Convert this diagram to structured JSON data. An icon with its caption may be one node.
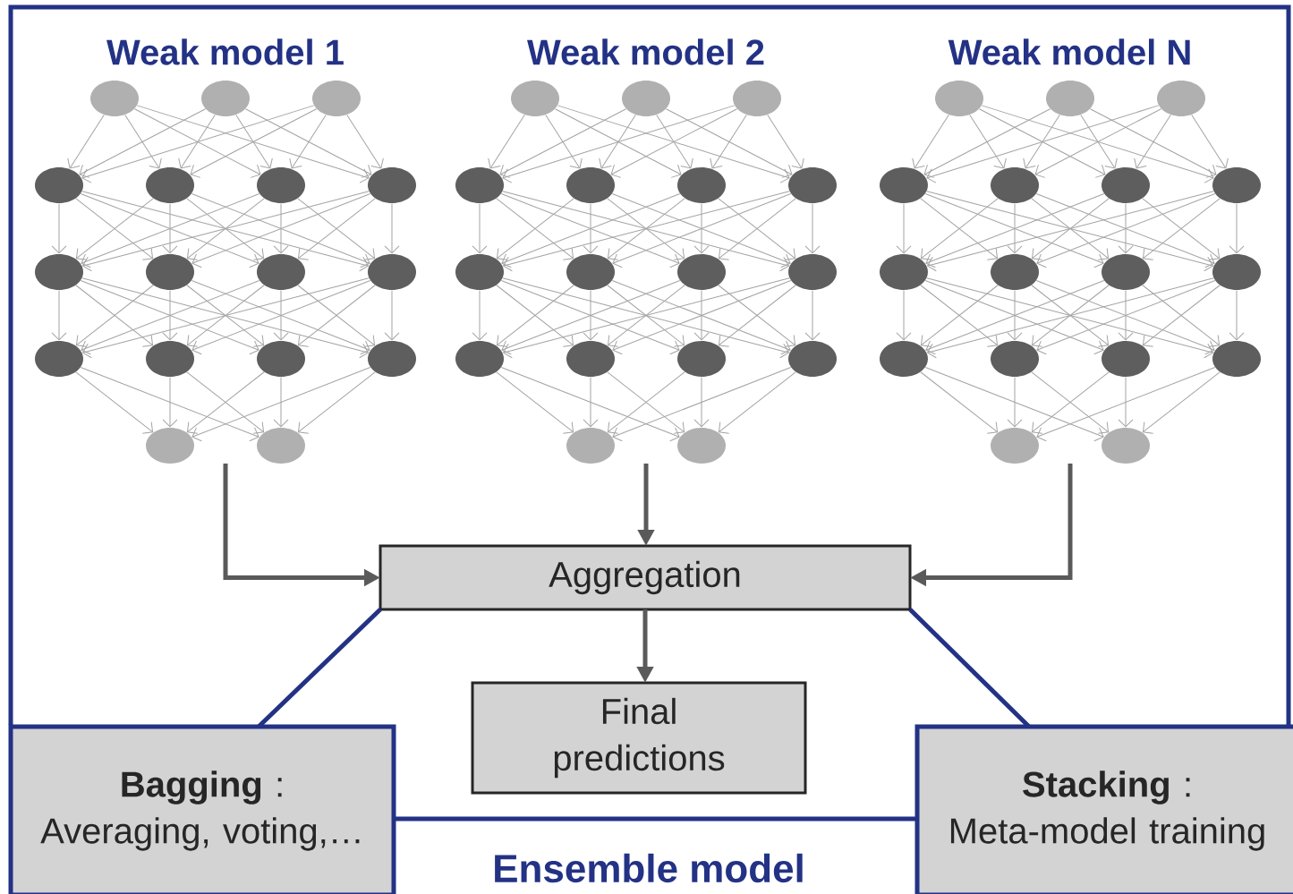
{
  "diagram": {
    "nodes": [
      {
        "text": [
          "Weak model 1"
        ]
      },
      {
        "text": [],
        "shape": "circle",
        "in": 0
      },
      {
        "text": [],
        "shape": "circle",
        "in": 0
      },
      {
        "text": [],
        "shape": "circle",
        "in": 0
      },
      {
        "text": [],
        "shape": "circle",
        "in": 0
      },
      {
        "text": [],
        "shape": "circle",
        "in": 0
      },
      {
        "text": [],
        "shape": "circle",
        "in": 0
      },
      {
        "text": [],
        "shape": "circle",
        "in": 0
      },
      {
        "text": [],
        "shape": "circle",
        "in": 0
      },
      {
        "text": [],
        "shape": "circle",
        "in": 0
      },
      {
        "text": [],
        "shape": "circle",
        "in": 0
      },
      {
        "text": [],
        "shape": "circle",
        "in": 0
      },
      {
        "text": [],
        "shape": "circle",
        "in": 0
      },
      {
        "text": [],
        "shape": "circle",
        "in": 0
      },
      {
        "text": [],
        "shape": "circle",
        "in": 0
      },
      {
        "text": [],
        "shape": "circle",
        "in": 0
      },
      {
        "text": [],
        "shape": "circle",
        "in": 0
      },
      {
        "text": [],
        "shape": "circle",
        "in": 0
      },
      {
        "text": [
          "Weak model 2"
        ]
      },
      {
        "text": [],
        "shape": "circle",
        "in": 18
      },
      {
        "text": [],
        "shape": "circle",
        "in": 18
      },
      {
        "text": [],
        "shape": "circle",
        "in": 18
      },
      {
        "text": [],
        "shape": "circle",
        "in": 18
      },
      {
        "text": [],
        "shape": "circle",
        "in": 18
      },
      {
        "text": [],
        "shape": "circle",
        "in": 18
      },
      {
        "text": [],
        "shape": "circle",
        "in": 18
      },
      {
        "text": [],
        "shape": "circle",
        "in": 18
      },
      {
        "text": [],
        "shape": "circle",
        "in": 18
      },
      {
        "text": [],
        "shape": "circle",
        "in": 18
      },
      {
        "text": [],
        "shape": "circle",
        "in": 18
      },
      {
        "text": [],
        "shape": "circle",
        "in": 18
      },
      {
        "text": [],
        "shape": "circle",
        "in": 18
      },
      {
        "text": [],
        "shape": "circle",
        "in": 18
      },
      {
        "text": [],
        "shape": "circle",
        "in": 18
      },
      {
        "text": [],
        "shape": "circle",
        "in": 18
      },
      {
        "text": [],
        "shape": "circle",
        "in": 18
      },
      {
        "text": [
          "Weak model N"
        ]
      },
      {
        "text": [],
        "shape": "circle",
        "in": 36
      },
      {
        "text": [],
        "shape": "circle",
        "in": 36
      },
      {
        "text": [],
        "shape": "circle",
        "in": 36
      },
      {
        "text": [],
        "shape": "circle",
        "in": 36
      },
      {
        "text": [],
        "shape": "circle",
        "in": 36
      },
      {
        "text": [],
        "shape": "circle",
        "in": 36
      },
      {
        "text": [],
        "shape": "circle",
        "in": 36
      },
      {
        "text": [],
        "shape": "circle",
        "in": 36
      },
      {
        "text": [],
        "shape": "circle",
        "in": 36
      },
      {
        "text": [],
        "shape": "circle",
        "in": 36
      },
      {
        "text": [],
        "shape": "circle",
        "in": 36
      },
      {
        "text": [],
        "shape": "circle",
        "in": 36
      },
      {
        "text": [],
        "shape": "circle",
        "in": 36
      },
      {
        "text": [],
        "shape": "circle",
        "in": 36
      },
      {
        "text": [],
        "shape": "circle",
        "in": 36
      },
      {
        "text": [],
        "shape": "circle",
        "in": 36
      },
      {
        "text": [],
        "shape": "circle",
        "in": 36
      },
      {
        "text": [
          "Aggregation"
        ]
      },
      {
        "text": [
          "Final predictions"
        ]
      },
      {
        "text": [
          "**Bagging** :",
          "Averaging, voting,…"
        ]
      },
      {
        "text": [
          "**Stacking** :",
          "Meta-model training"
        ]
      }
    ],
    "edges": [
      {
        "from": 1,
        "to": 4,
        "arrow": "to"
      },
      {
        "from": 1,
        "to": 5,
        "arrow": "to"
      },
      {
        "from": 1,
        "to": 6,
        "arrow": "to"
      },
      {
        "from": 1,
        "to": 7,
        "arrow": "to"
      },
      {
        "from": 2,
        "to": 4,
        "arrow": "to"
      },
      {
        "from": 2,
        "to": 5,
        "arrow": "to"
      },
      {
        "from": 2,
        "to": 6,
        "arrow": "to"
      },
      {
        "from": 2,
        "to": 7,
        "arrow": "to"
      },
      {
        "from": 3,
        "to": 4,
        "arrow": "to"
      },
      {
        "from": 3,
        "to": 5,
        "arrow": "to"
      },
      {
        "from": 3,
        "to": 6,
        "arrow": "to"
      },
      {
        "from": 3,
        "to": 7,
        "arrow": "to"
      },
      {
        "from": 4,
        "to": 8,
        "arrow": "to"
      },
      {
        "from": 4,
        "to": 9,
        "arrow": "to"
      },
      {
        "from": 4,
        "to": 10,
        "arrow": "to"
      },
      {
        "from": 4,
        "to": 11,
        "arrow": "to"
      },
      {
        "from": 5,
        "to": 8,
        "arrow": "to"
      },
      {
        "from": 5,
        "to": 9,
        "arrow": "to"
      },
      {
        "from": 5,
        "to": 10,
        "arrow": "to"
      },
      {
        "from": 5,
        "to": 11,
        "arrow": "to"
      },
      {
        "from": 6,
        "to": 8,
        "arrow": "to"
      },
      {
        "from": 6,
        "to": 9,
        "arrow": "to"
      },
      {
        "from": 6,
        "to": 10,
        "arrow": "to"
      },
      {
        "from": 6,
        "to": 11,
        "arrow": "to"
      },
      {
        "from": 7,
        "to": 8,
        "arrow": "to"
      },
      {
        "from": 7,
        "to": 9,
        "arrow": "to"
      },
      {
        "from": 7,
        "to": 10,
        "arrow": "to"
      },
      {
        "from": 7,
        "to": 11,
        "arrow": "to"
      },
      {
        "from": 8,
        "to": 12,
        "arrow": "to"
      },
      {
        "from": 8,
        "to": 13,
        "arrow": "to"
      },
      {
        "from": 8,
        "to": 14,
        "arrow": "to"
      },
      {
        "from": 8,
        "to": 15,
        "arrow": "to"
      },
      {
        "from": 9,
        "to": 12,
        "arrow": "to"
      },
      {
        "from": 9,
        "to": 13,
        "arrow": "to"
      },
      {
        "from": 9,
        "to": 14,
        "arrow": "to"
      },
      {
        "from": 9,
        "to": 15,
        "arrow": "to"
      },
      {
        "from": 10,
        "to": 12,
        "arrow": "to"
      },
      {
        "from": 10,
        "to": 13,
        "arrow": "to"
      },
      {
        "from": 10,
        "to": 14,
        "arrow": "to"
      },
      {
        "from": 10,
        "to": 15,
        "arrow": "to"
      },
      {
        "from": 11,
        "to": 12,
        "arrow": "to"
      },
      {
        "from": 11,
        "to": 13,
        "arrow": "to"
      },
      {
        "from": 11,
        "to": 14,
        "arrow": "to"
      },
      {
        "from": 11,
        "to": 15,
        "arrow": "to"
      },
      {
        "from": 12,
        "to": 16,
        "arrow": "to"
      },
      {
        "from": 12,
        "to": 17,
        "arrow": "to"
      },
      {
        "from": 13,
        "to": 16,
        "arrow": "to"
      },
      {
        "from": 13,
        "to": 17,
        "arrow": "to"
      },
      {
        "from": 14,
        "to": 16,
        "arrow": "to"
      },
      {
        "from": 14,
        "to": 17,
        "arrow": "to"
      },
      {
        "from": 15,
        "to": 16,
        "arrow": "to"
      },
      {
        "from": 15,
        "to": 17,
        "arrow": "to"
      },
      {
        "from": 19,
        "to": 22,
        "arrow": "to"
      },
      {
        "from": 19,
        "to": 23,
        "arrow": "to"
      },
      {
        "from": 19,
        "to": 24,
        "arrow": "to"
      },
      {
        "from": 19,
        "to": 25,
        "arrow": "to"
      },
      {
        "from": 20,
        "to": 22,
        "arrow": "to"
      },
      {
        "from": 20,
        "to": 23,
        "arrow": "to"
      },
      {
        "from": 20,
        "to": 24,
        "arrow": "to"
      },
      {
        "from": 20,
        "to": 25,
        "arrow": "to"
      },
      {
        "from": 21,
        "to": 22,
        "arrow": "to"
      },
      {
        "from": 21,
        "to": 23,
        "arrow": "to"
      },
      {
        "from": 21,
        "to": 24,
        "arrow": "to"
      },
      {
        "from": 21,
        "to": 25,
        "arrow": "to"
      },
      {
        "from": 22,
        "to": 26,
        "arrow": "to"
      },
      {
        "from": 22,
        "to": 27,
        "arrow": "to"
      },
      {
        "from": 22,
        "to": 28,
        "arrow": "to"
      },
      {
        "from": 22,
        "to": 29,
        "arrow": "to"
      },
      {
        "from": 23,
        "to": 26,
        "arrow": "to"
      },
      {
        "from": 23,
        "to": 27,
        "arrow": "to"
      },
      {
        "from": 23,
        "to": 28,
        "arrow": "to"
      },
      {
        "from": 23,
        "to": 29,
        "arrow": "to"
      },
      {
        "from": 24,
        "to": 26,
        "arrow": "to"
      },
      {
        "from": 24,
        "to": 27,
        "arrow": "to"
      },
      {
        "from": 24,
        "to": 28,
        "arrow": "to"
      },
      {
        "from": 24,
        "to": 29,
        "arrow": "to"
      },
      {
        "from": 25,
        "to": 26,
        "arrow": "to"
      },
      {
        "from": 25,
        "to": 27,
        "arrow": "to"
      },
      {
        "from": 25,
        "to": 28,
        "arrow": "to"
      },
      {
        "from": 25,
        "to": 29,
        "arrow": "to"
      },
      {
        "from": 26,
        "to": 30,
        "arrow": "to"
      },
      {
        "from": 26,
        "to": 31,
        "arrow": "to"
      },
      {
        "from": 26,
        "to": 32,
        "arrow": "to"
      },
      {
        "from": 26,
        "to": 33,
        "arrow": "to"
      },
      {
        "from": 27,
        "to": 30,
        "arrow": "to"
      },
      {
        "from": 27,
        "to": 31,
        "arrow": "to"
      },
      {
        "from": 27,
        "to": 32,
        "arrow": "to"
      },
      {
        "from": 27,
        "to": 33,
        "arrow": "to"
      },
      {
        "from": 28,
        "to": 30,
        "arrow": "to"
      },
      {
        "from": 28,
        "to": 31,
        "arrow": "to"
      },
      {
        "from": 28,
        "to": 32,
        "arrow": "to"
      },
      {
        "from": 28,
        "to": 33,
        "arrow": "to"
      },
      {
        "from": 29,
        "to": 30,
        "arrow": "to"
      },
      {
        "from": 29,
        "to": 31,
        "arrow": "to"
      },
      {
        "from": 29,
        "to": 32,
        "arrow": "to"
      },
      {
        "from": 29,
        "to": 33,
        "arrow": "to"
      },
      {
        "from": 30,
        "to": 34,
        "arrow": "to"
      },
      {
        "from": 30,
        "to": 35,
        "arrow": "to"
      },
      {
        "from": 31,
        "to": 34,
        "arrow": "to"
      },
      {
        "from": 31,
        "to": 35,
        "arrow": "to"
      },
      {
        "from": 32,
        "to": 34,
        "arrow": "to"
      },
      {
        "from": 32,
        "to": 35,
        "arrow": "to"
      },
      {
        "from": 33,
        "to": 34,
        "arrow": "to"
      },
      {
        "from": 33,
        "to": 35,
        "arrow": "to"
      },
      {
        "from": 37,
        "to": 40,
        "arrow": "to"
      },
      {
        "from": 37,
        "to": 41,
        "arrow": "to"
      },
      {
        "from": 37,
        "to": 42,
        "arrow": "to"
      },
      {
        "from": 37,
        "to": 43,
        "arrow": "to"
      },
      {
        "from": 38,
        "to": 40,
        "arrow": "to"
      },
      {
        "from": 38,
        "to": 41,
        "arrow": "to"
      },
      {
        "from": 38,
        "to": 42,
        "arrow": "to"
      },
      {
        "from": 38,
        "to": 43,
        "arrow": "to"
      },
      {
        "from": 39,
        "to": 40,
        "arrow": "to"
      },
      {
        "from": 39,
        "to": 41,
        "arrow": "to"
      },
      {
        "from": 39,
        "to": 42,
        "arrow": "to"
      },
      {
        "from": 39,
        "to": 43,
        "arrow": "to"
      },
      {
        "from": 40,
        "to": 44,
        "arrow": "to"
      },
      {
        "from": 40,
        "to": 45,
        "arrow": "to"
      },
      {
        "from": 40,
        "to": 46,
        "arrow": "to"
      },
      {
        "from": 40,
        "to": 47,
        "arrow": "to"
      },
      {
        "from": 41,
        "to": 44,
        "arrow": "to"
      },
      {
        "from": 41,
        "to": 45,
        "arrow": "to"
      },
      {
        "from": 41,
        "to": 46,
        "arrow": "to"
      },
      {
        "from": 41,
        "to": 47,
        "arrow": "to"
      },
      {
        "from": 42,
        "to": 44,
        "arrow": "to"
      },
      {
        "from": 42,
        "to": 45,
        "arrow": "to"
      },
      {
        "from": 42,
        "to": 46,
        "arrow": "to"
      },
      {
        "from": 42,
        "to": 47,
        "arrow": "to"
      },
      {
        "from": 43,
        "to": 44,
        "arrow": "to"
      },
      {
        "from": 43,
        "to": 45,
        "arrow": "to"
      },
      {
        "from": 43,
        "to": 46,
        "arrow": "to"
      },
      {
        "from": 43,
        "to": 47,
        "arrow": "to"
      },
      {
        "from": 44,
        "to": 48,
        "arrow": "to"
      },
      {
        "from": 44,
        "to": 49,
        "arrow": "to"
      },
      {
        "from": 44,
        "to": 50,
        "arrow": "to"
      },
      {
        "from": 44,
        "to": 51,
        "arrow": "to"
      },
      {
        "from": 45,
        "to": 48,
        "arrow": "to"
      },
      {
        "from": 45,
        "to": 49,
        "arrow": "to"
      },
      {
        "from": 45,
        "to": 50,
        "arrow": "to"
      },
      {
        "from": 45,
        "to": 51,
        "arrow": "to"
      },
      {
        "from": 46,
        "to": 48,
        "arrow": "to"
      },
      {
        "from": 46,
        "to": 49,
        "arrow": "to"
      },
      {
        "from": 46,
        "to": 50,
        "arrow": "to"
      },
      {
        "from": 46,
        "to": 51,
        "arrow": "to"
      },
      {
        "from": 47,
        "to": 48,
        "arrow": "to"
      },
      {
        "from": 47,
        "to": 49,
        "arrow": "to"
      },
      {
        "from": 47,
        "to": 50,
        "arrow": "to"
      },
      {
        "from": 47,
        "to": 51,
        "arrow": "to"
      },
      {
        "from": 48,
        "to": 52,
        "arrow": "to"
      },
      {
        "from": 48,
        "to": 53,
        "arrow": "to"
      },
      {
        "from": 49,
        "to": 52,
        "arrow": "to"
      },
      {
        "from": 49,
        "to": 53,
        "arrow": "to"
      },
      {
        "from": 50,
        "to": 52,
        "arrow": "to"
      },
      {
        "from": 50,
        "to": 53,
        "arrow": "to"
      },
      {
        "from": 51,
        "to": 52,
        "arrow": "to"
      },
      {
        "from": 51,
        "to": 53,
        "arrow": "to"
      },
      {
        "from": 0,
        "to": 54,
        "arrow": "to",
        "style": "thick",
        "color": "#5a5a5a"
      },
      {
        "from": 18,
        "to": 54,
        "arrow": "to",
        "style": "thick",
        "color": "#5a5a5a"
      },
      {
        "from": 36,
        "to": 54,
        "arrow": "to",
        "style": "thick",
        "color": "#5a5a5a"
      },
      {
        "from": 54,
        "to": 55,
        "arrow": "to",
        "style": "thick",
        "color": "#5a5a5a"
      },
      {
        "from": 54,
        "to": 56,
        "arrow": "none",
        "style": "thick",
        "color": "#233285"
      },
      {
        "from": 54,
        "to": 57,
        "arrow": "none",
        "style": "thick",
        "color": "#233285"
      },
      {
        "from": 56,
        "to": 57,
        "arrow": "none",
        "style": "thick",
        "color": "#233285"
      }
    ],
    "labels": [
      "Ensemble model"
    ]
  }
}
